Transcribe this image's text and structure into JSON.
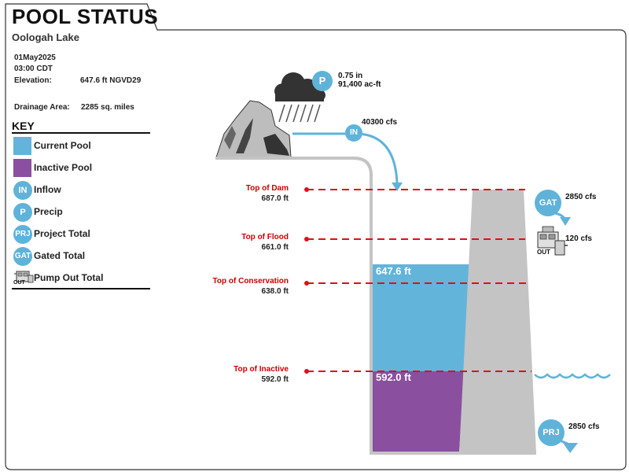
{
  "header": {
    "title": "POOL STATUS",
    "subtitle": "Oologah Lake"
  },
  "info": {
    "date": "01May2025",
    "time": "03:00 CDT",
    "elevation_label": "Elevation:",
    "elevation_value": "647.6 ft NGVD29",
    "drainage_label": "Drainage Area:",
    "drainage_value": "2285 sq. miles"
  },
  "key": {
    "title": "KEY",
    "items": [
      {
        "label": "Current Pool",
        "icon": "swatch-blue"
      },
      {
        "label": "Inactive Pool",
        "icon": "swatch-purple"
      },
      {
        "label": "Inflow",
        "icon": "in-icon",
        "abbr": "IN"
      },
      {
        "label": "Precip",
        "icon": "p-icon",
        "abbr": "P"
      },
      {
        "label": "Project Total",
        "icon": "prj-icon",
        "abbr": "PRJ"
      },
      {
        "label": "Gated Total",
        "icon": "gat-icon",
        "abbr": "GAT"
      },
      {
        "label": "Pump Out Total",
        "icon": "pump-icon",
        "abbr": "OUT"
      }
    ]
  },
  "levels": [
    {
      "name": "Top of Dam",
      "value": "687.0 ft"
    },
    {
      "name": "Top of Flood",
      "value": "661.0 ft"
    },
    {
      "name": "Top of Conservation",
      "value": "638.0 ft"
    },
    {
      "name": "Top of Inactive",
      "value": "592.0 ft"
    }
  ],
  "pool": {
    "current": "647.6 ft",
    "inactive": "592.0 ft"
  },
  "precip": {
    "abbr": "P",
    "depth": "0.75 in",
    "volume": "91,400 ac-ft"
  },
  "inflow": {
    "abbr": "IN",
    "value": "40300 cfs"
  },
  "gated": {
    "abbr": "GAT",
    "value": "2850 cfs"
  },
  "pump": {
    "abbr": "OUT",
    "value": "120 cfs"
  },
  "project": {
    "abbr": "PRJ",
    "value": "2850 cfs"
  },
  "colors": {
    "current_pool": "#62b4da",
    "inactive_pool": "#8a4f9e",
    "level_line": "#dd1111",
    "dam": "#c4c4c4",
    "icon_blue": "#5fb3d9"
  }
}
